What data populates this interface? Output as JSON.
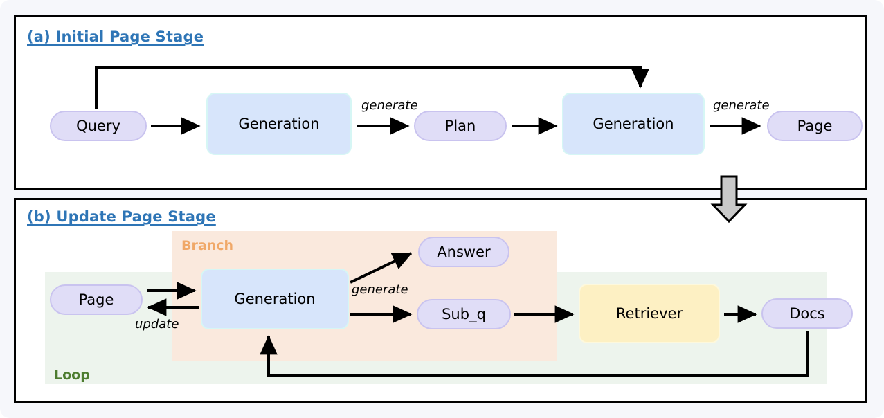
{
  "figure": {
    "outer_background": "#f6f7fb",
    "panel_border_color": "#000000",
    "title_color": "#2e75b6"
  },
  "panel_a": {
    "title": "(a) Initial Page Stage",
    "nodes": [
      {
        "id": "query",
        "label": "Query",
        "kind": "pill"
      },
      {
        "id": "generation_1",
        "label": "Generation",
        "kind": "process"
      },
      {
        "id": "plan",
        "label": "Plan",
        "kind": "pill"
      },
      {
        "id": "generation_2",
        "label": "Generation",
        "kind": "process"
      },
      {
        "id": "page_out",
        "label": "Page",
        "kind": "pill"
      }
    ],
    "edges": [
      {
        "from": "query",
        "to": "generation_1",
        "label": ""
      },
      {
        "from": "generation_1",
        "to": "plan",
        "label": "generate"
      },
      {
        "from": "plan",
        "to": "generation_2",
        "label": ""
      },
      {
        "from": "generation_2",
        "to": "page_out",
        "label": "generate"
      },
      {
        "from": "query",
        "to": "generation_2",
        "label": ""
      }
    ],
    "edge_labels": {
      "generate_1": "generate",
      "generate_2": "generate"
    }
  },
  "stage_connector": {
    "name": "down-block-arrow",
    "fill": "#c9c9c9",
    "stroke": "#000000"
  },
  "panel_b": {
    "title": "(b) Update Page Stage",
    "regions": [
      {
        "id": "branch",
        "label": "Branch",
        "background": "#fae9dd",
        "label_color": "#f0a868"
      },
      {
        "id": "loop",
        "label": "Loop",
        "background": "#edf4ed",
        "label_color": "#4d7c2f"
      }
    ],
    "nodes": [
      {
        "id": "page",
        "label": "Page",
        "kind": "pill"
      },
      {
        "id": "generation",
        "label": "Generation",
        "kind": "process"
      },
      {
        "id": "answer",
        "label": "Answer",
        "kind": "pill"
      },
      {
        "id": "sub_q",
        "label": "Sub_q",
        "kind": "pill"
      },
      {
        "id": "retriever",
        "label": "Retriever",
        "kind": "tool"
      },
      {
        "id": "docs",
        "label": "Docs",
        "kind": "pill"
      }
    ],
    "edges": [
      {
        "from": "page",
        "to": "generation",
        "label": ""
      },
      {
        "from": "generation",
        "to": "page",
        "label": "update"
      },
      {
        "from": "generation",
        "to": "answer",
        "label": ""
      },
      {
        "from": "generation",
        "to": "sub_q",
        "label": "generate"
      },
      {
        "from": "sub_q",
        "to": "retriever",
        "label": ""
      },
      {
        "from": "retriever",
        "to": "docs",
        "label": ""
      },
      {
        "from": "docs",
        "to": "generation",
        "label": ""
      }
    ],
    "edge_labels": {
      "update": "update",
      "generate": "generate"
    }
  },
  "palette": {
    "pill_fill": "#e0ddf7",
    "pill_border": "#c9c3ef",
    "process_fill": "#d7e5fb",
    "process_border": "#d6f6f5",
    "tool_fill": "#fdf0c3",
    "tool_border": "#fdf8dd",
    "arrow": "#000000"
  }
}
